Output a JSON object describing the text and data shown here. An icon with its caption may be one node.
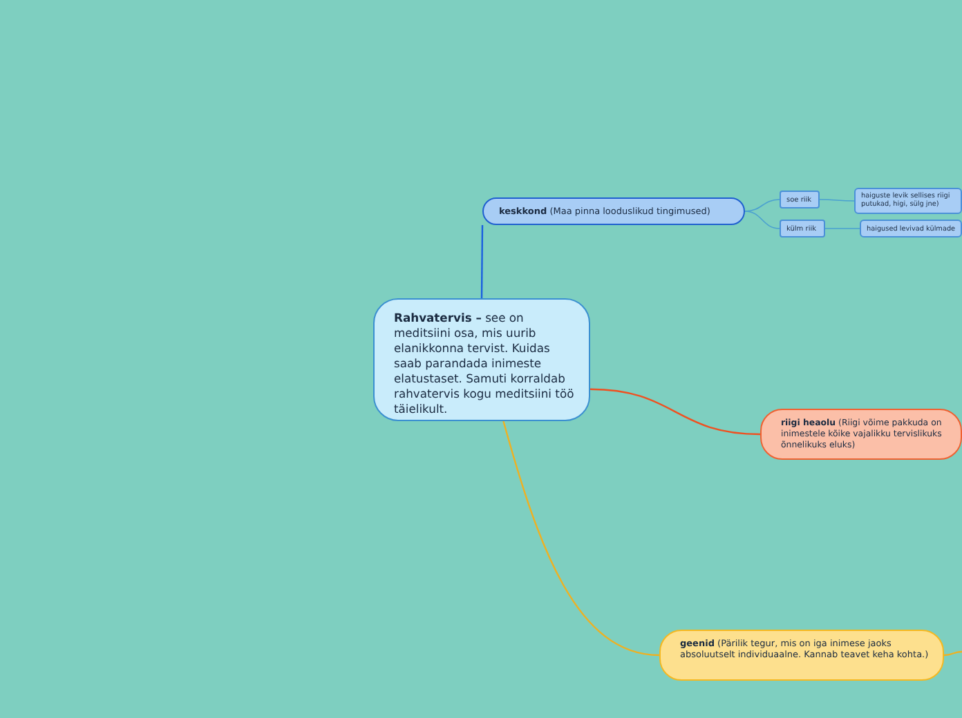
{
  "diagram": {
    "nodes": [
      {
        "text": [
          "**Rahvatervis –** see on meditsiini osa, mis uurib elanikkonna tervist. Kuidas saab parandada inimeste elatustaset. Samuti korraldab rahvatervis kogu meditsiini töö täielikult."
        ]
      },
      {
        "text": [
          "**keskkond** (Maa pinna looduslikud tingimused)"
        ]
      },
      {
        "text": [
          "soe riik"
        ]
      },
      {
        "text": [
          "külm riik"
        ]
      },
      {
        "text": [
          "haiguste levik sellises riigi putukad, higi, sülg jne)"
        ]
      },
      {
        "text": [
          "haigused levivad külmade"
        ]
      },
      {
        "text": [
          "**riigi heaolu** (Riigi võime pakkuda on inimestele kõike vajalikku tervislikuks õnnelikuks eluks)"
        ]
      },
      {
        "text": [
          "**geenid** (Pärilik tegur, mis on iga inimese jaoks absoluutselt individuaalne. Kannab teavet keha kohta.)"
        ]
      }
    ],
    "edges": [
      {
        "from": 0,
        "to": 1,
        "arrow": "none",
        "color": "#1a5fe0"
      },
      {
        "from": 1,
        "to": 2,
        "arrow": "none"
      },
      {
        "from": 1,
        "to": 3,
        "arrow": "none"
      },
      {
        "from": 2,
        "to": 4,
        "arrow": "none"
      },
      {
        "from": 3,
        "to": 5,
        "arrow": "none"
      },
      {
        "from": 0,
        "to": 6,
        "arrow": "none",
        "color": "#f05020"
      },
      {
        "from": 0,
        "to": 7,
        "arrow": "none",
        "color": "#f0b020"
      },
      {
        "from": 7,
        "to": null,
        "arrow": "none",
        "color": "#f0b020"
      }
    ]
  }
}
